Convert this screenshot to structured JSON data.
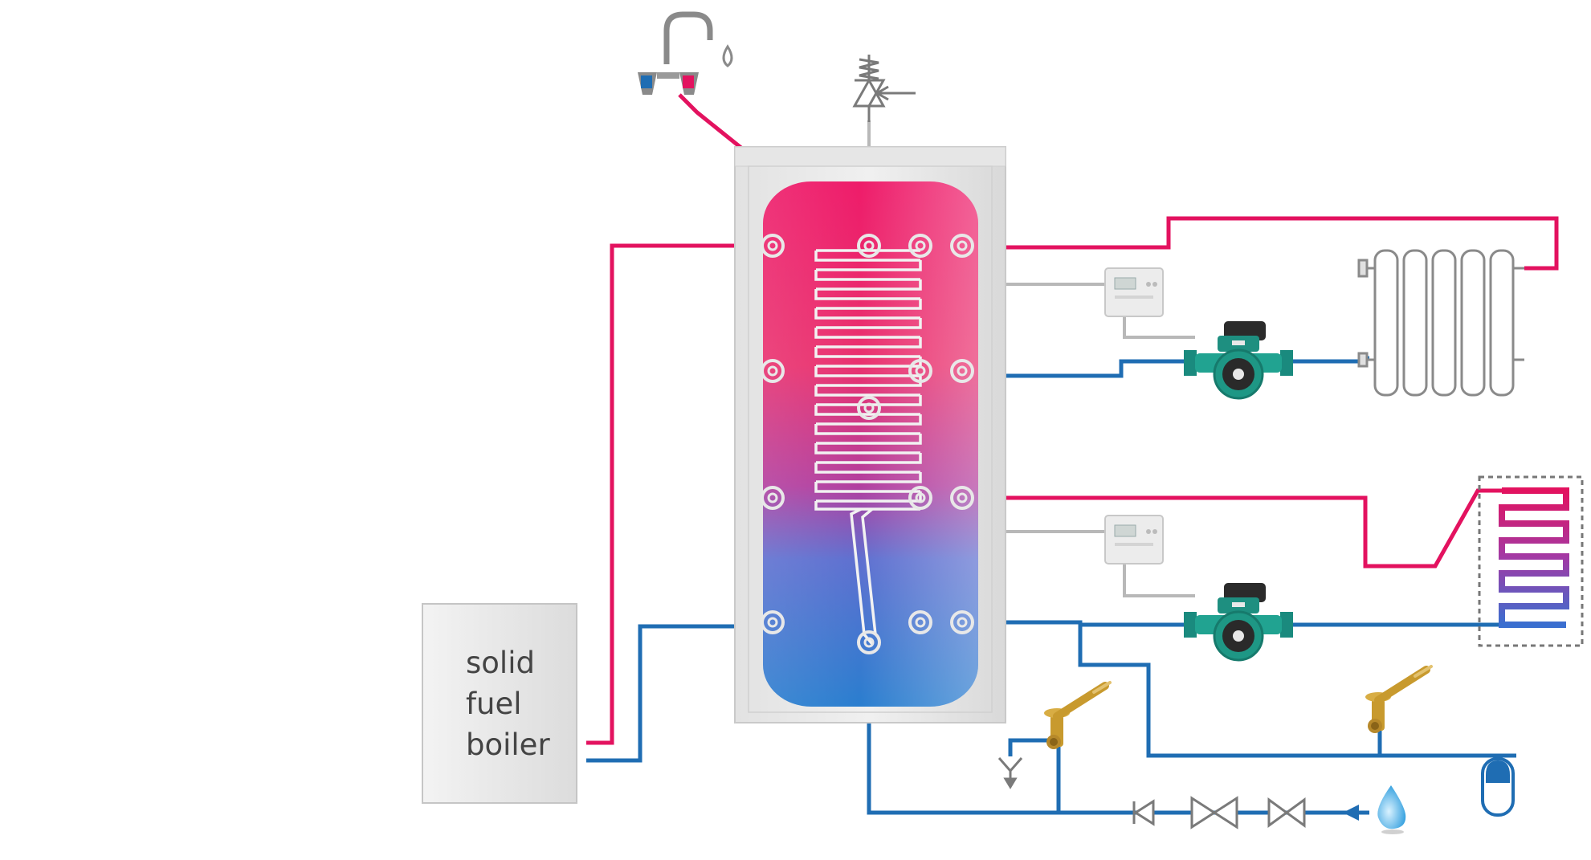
{
  "diagram": {
    "boiler": {
      "label_lines": [
        "solid",
        "fuel",
        "boiler"
      ]
    },
    "colors": {
      "hot_pipe": "#e3125f",
      "cold_pipe": "#1f6db3",
      "control_line": "#b8b8b8",
      "tank_hot": "#ee1c6a",
      "tank_cold": "#2a7ecf",
      "pump_body": "#1f9e8e",
      "brass": "#c89a2e"
    },
    "icons": [
      "faucet-icon",
      "safety-valve-icon",
      "thermostat-icon",
      "circulation-pump-icon",
      "radiator-icon",
      "underfloor-heating-icon",
      "drain-valve-icon",
      "check-valve-icon",
      "shutoff-valve-icon",
      "water-drop-icon",
      "expansion-vessel-icon",
      "drain-icon"
    ]
  }
}
